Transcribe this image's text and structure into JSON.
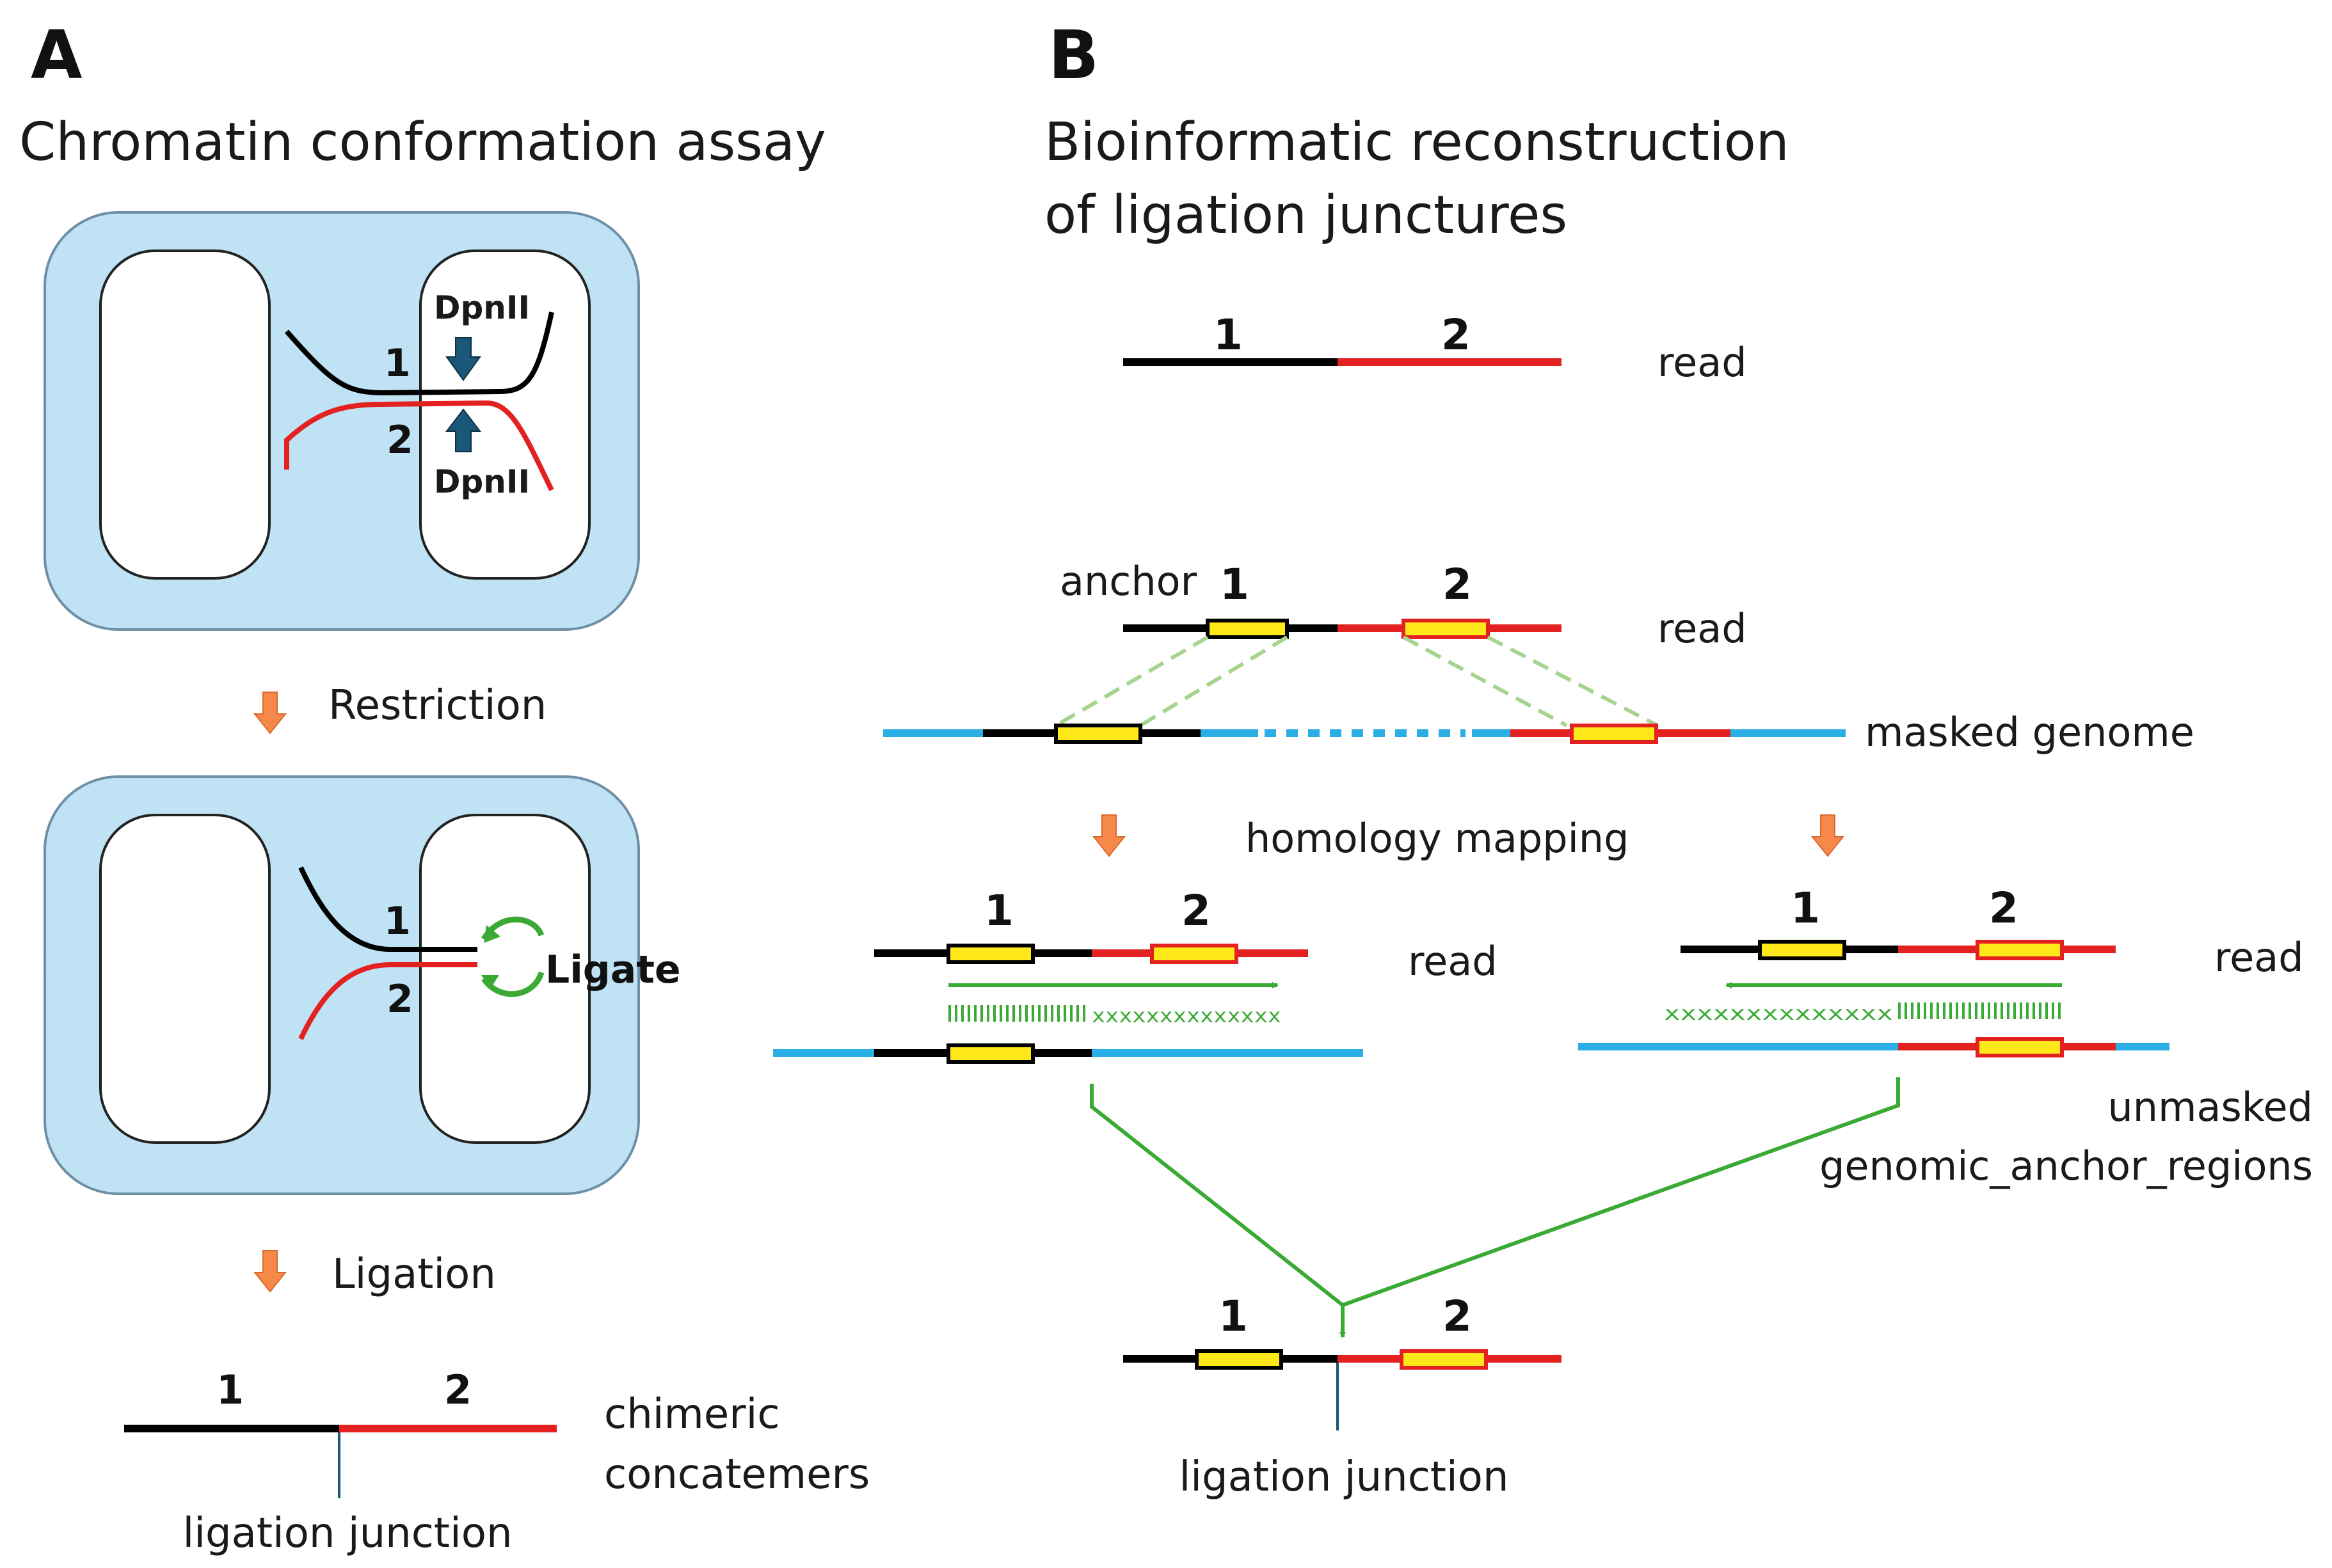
{
  "colors": {
    "cell_fill": "#bfe3f4",
    "cell_stroke": "#6f8fa6",
    "strand_1": "#000000",
    "strand_2": "#e32121",
    "genome": "#29aee6",
    "anchor_fill": "#ffe81a",
    "step_arrow": "#f6894a",
    "enzyme_arrow": "#1b5778",
    "green": "#3aaa35",
    "green_light": "#a6d48f",
    "junction_mark": "#1b5778"
  },
  "icons": {
    "step": "down-arrow-icon",
    "enzyme": "cut-arrow-icon",
    "ligate": "circular-arrows-icon"
  },
  "panel_a": {
    "letter": "A",
    "title": "Chromatin conformation assay",
    "enzyme_top": "DpnII",
    "enzyme_bottom": "DpnII",
    "fragment_1": "1",
    "fragment_2": "2",
    "step_restriction": "Restriction",
    "ligate": "Ligate",
    "step_ligation": "Ligation",
    "concatemer_label_line1": "chimeric",
    "concatemer_label_line2": "concatemers",
    "junction_label": "ligation junction"
  },
  "panel_b": {
    "letter": "B",
    "title_line1": "Bioinformatic reconstruction",
    "title_line2": "of ligation junctures",
    "fragment_1": "1",
    "fragment_2": "2",
    "read_label": "read",
    "anchor_label": "anchor",
    "masked_genome_label": "masked genome",
    "homology_mapping_label": "homology mapping",
    "unmasked_label_line1": "unmasked",
    "unmasked_label_line2": "genomic_anchor_regions",
    "mismatch_marks": "xxxxxxxxxxxxxx",
    "junction_label": "ligation junction"
  }
}
